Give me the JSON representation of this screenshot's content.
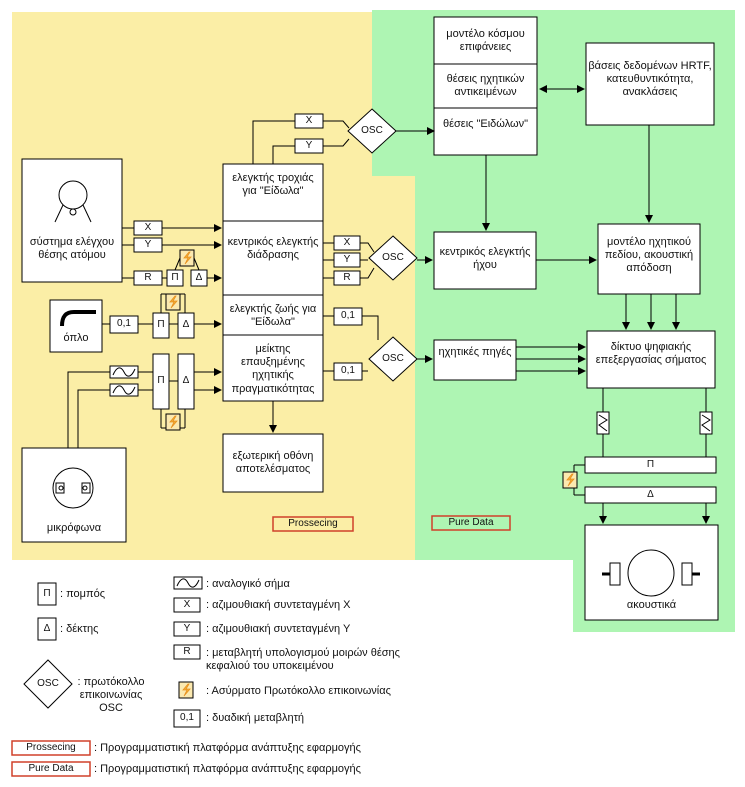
{
  "nodes": {
    "world_model": "μοντέλο κόσμου επιφάνειες",
    "sound_positions": "θέσεις ηχητικών αντικειμένων",
    "image_positions": "θέσεις \"Ειδώλων\"",
    "hrtf_db": "βάσεις δεδομένων HRTF, κατευθυντικότητα, ανακλάσεις",
    "trajectory_ctrl": "ελεγκτής τροχιάς για \"Είδωλα\"",
    "central_diffusion": "κεντρικός ελεγκτής διάδρασης",
    "life_ctrl": "ελεγκτής ζωής για \"Είδωλα\"",
    "ar_mixer": "μείκτης επαυξημένης ηχητικής πραγματικότητας",
    "central_sound": "κεντρικός ελεγκτής ήχου",
    "sound_sources": "ηχητικές πηγές",
    "field_model": "μοντέλο ηχητικού πεδίου, ακουστική απόδοση",
    "dsp_network": "δίκτυο ψηφιακής επεξεργασίας σήματος",
    "external_screen": "εξωτερική οθόνη αποτελέσματος",
    "tracking_system": "σύστημα ελέγχου θέσης ατόμου",
    "weapon": "όπλο",
    "microphones": "μικρόφωνα",
    "speakers": "ακουστικά"
  },
  "symbols": {
    "x": "X",
    "y": "Y",
    "r": "R",
    "osc": "OSC",
    "bit": "0,1",
    "tx": "Π",
    "rx": "Δ"
  },
  "platforms": {
    "processing": "Prossecing",
    "puredata": "Pure Data"
  },
  "legend": {
    "tx": ": πομπός",
    "rx": ": δέκτης",
    "osc": ": πρωτόκολλο επικοινωνίας OSC",
    "analog": ": αναλογικό σήμα",
    "x": ": αζιμουθιακή συντεταγμένη Χ",
    "y": ": αζιμουθιακή συντεταγμένη Υ",
    "r": ": μεταβλητή υπολογισμού μοιρών θέσης κεφαλιού του υποκειμένου",
    "wireless": ": Ασύρματο Πρωτόκολλο επικοινωνίας",
    "bit": ": δυαδική μεταβλητή",
    "processing": ": Προγραμματιστική πλατφόρμα ανάπτυξης εφαρμογής",
    "puredata": ": Προγραμματιστική πλατφόρμα ανάπτυξης εφαρμογής"
  },
  "colors": {
    "processing_region": "#fbeea6",
    "puredata_region": "#aef5b3",
    "platform_border": "#d0402a",
    "wireless_fill": "#fbe9b0",
    "wireless_stroke": "#e8901f"
  }
}
